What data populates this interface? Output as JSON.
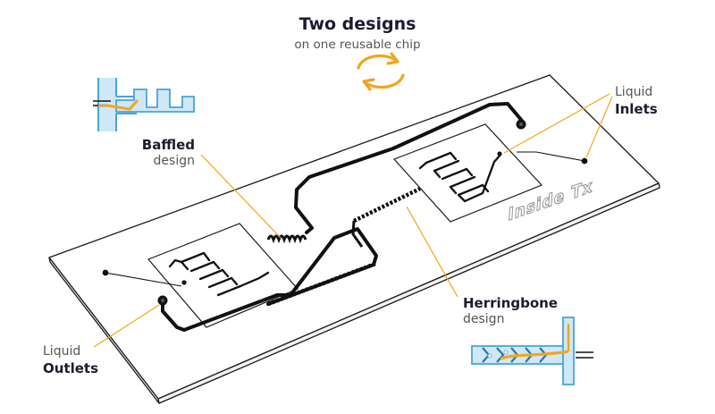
{
  "title": "Two designs",
  "subtitle": "on one reusable chip",
  "labels": {
    "baffled": {
      "bold": "Baffled",
      "plain": "design"
    },
    "inlets": {
      "plain": "Liquid",
      "bold": "Inlets"
    },
    "outlets": {
      "plain": "Liquid",
      "bold": "Outlets"
    },
    "herringbone": {
      "bold": "Herringbone",
      "plain": "design"
    }
  },
  "brand_text": "Inside Tx",
  "colors": {
    "accent_orange": "#f2a51e",
    "channel_black": "#111111",
    "chip_outline": "#1a1a1a",
    "inset_blue": "#9fd4ee",
    "inset_channel_fill": "#cfe8f7"
  },
  "icons": [
    "refresh-cycle-icon",
    "baffled-channel-inset",
    "herringbone-channel-inset"
  ]
}
